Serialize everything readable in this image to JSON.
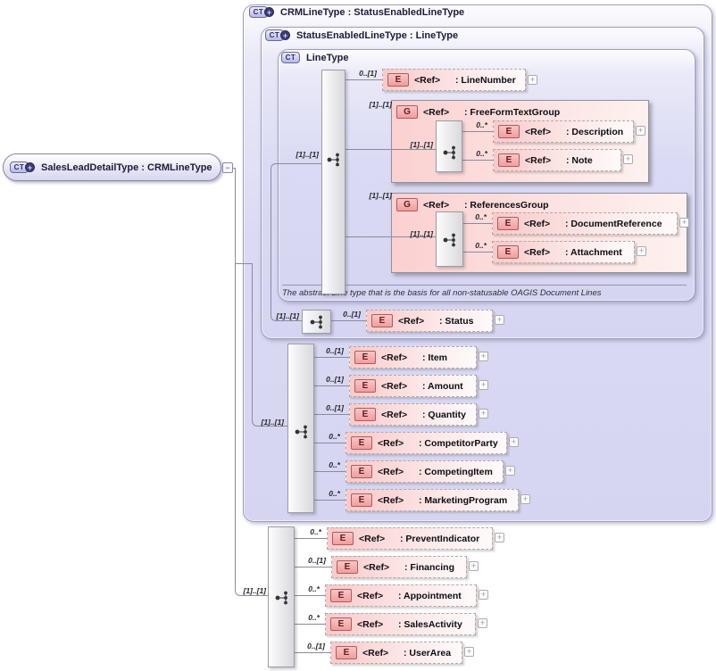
{
  "icons": {
    "complex_type": "CT",
    "extension": "+",
    "element": "E",
    "group": "G",
    "expand": "+",
    "collapse": "−"
  },
  "root": {
    "label": "SalesLeadDetailType : CRMLineType"
  },
  "types": {
    "crm": {
      "label": "CRMLineType : StatusEnabledLineType"
    },
    "selt": {
      "label": "StatusEnabledLineType : LineType"
    },
    "lt": {
      "label": "LineType",
      "annotation": "The abstract Line type that is the basis for all non-statusable OAGIS Document Lines"
    }
  },
  "sequences": {
    "lt": {
      "card": "[1]..[1]"
    },
    "selt": {
      "card": "[1]..[1]"
    },
    "crm": {
      "card": "[1]..[1]"
    },
    "root": {
      "card": "[1]..[1]"
    }
  },
  "groups": {
    "free_form_text_group": {
      "card": "[1]..[1]",
      "ref": "<Ref>",
      "name": ": FreeFormTextGroup",
      "seq_card": "[1]..[1]"
    },
    "references_group": {
      "card": "[1]..[1]",
      "ref": "<Ref>",
      "name": ": ReferencesGroup",
      "seq_card": "[1]..[1]"
    }
  },
  "elements": {
    "line_number": {
      "card": "0..[1]",
      "ref": "<Ref>",
      "name": ": LineNumber"
    },
    "description": {
      "card": "0..*",
      "ref": "<Ref>",
      "name": ": Description"
    },
    "note": {
      "card": "0..*",
      "ref": "<Ref>",
      "name": ": Note"
    },
    "document_reference": {
      "card": "0..*",
      "ref": "<Ref>",
      "name": ": DocumentReference"
    },
    "attachment": {
      "card": "0..*",
      "ref": "<Ref>",
      "name": ": Attachment"
    },
    "status": {
      "card": "0..[1]",
      "ref": "<Ref>",
      "name": ": Status"
    },
    "item": {
      "card": "0..[1]",
      "ref": "<Ref>",
      "name": ": Item"
    },
    "amount": {
      "card": "0..[1]",
      "ref": "<Ref>",
      "name": ": Amount"
    },
    "quantity": {
      "card": "0..[1]",
      "ref": "<Ref>",
      "name": ": Quantity"
    },
    "competitor_party": {
      "card": "0..*",
      "ref": "<Ref>",
      "name": ": CompetitorParty"
    },
    "competing_item": {
      "card": "0..*",
      "ref": "<Ref>",
      "name": ": CompetingItem"
    },
    "marketing_program": {
      "card": "0..*",
      "ref": "<Ref>",
      "name": ": MarketingProgram"
    },
    "prevent_indicator": {
      "card": "0..*",
      "ref": "<Ref>",
      "name": ": PreventIndicator"
    },
    "financing": {
      "card": "0..[1]",
      "ref": "<Ref>",
      "name": ": Financing"
    },
    "appointment": {
      "card": "0..*",
      "ref": "<Ref>",
      "name": ": Appointment"
    },
    "sales_activity": {
      "card": "0..*",
      "ref": "<Ref>",
      "name": ": SalesActivity"
    },
    "user_area": {
      "card": "0..[1]",
      "ref": "<Ref>",
      "name": ": UserArea"
    }
  }
}
